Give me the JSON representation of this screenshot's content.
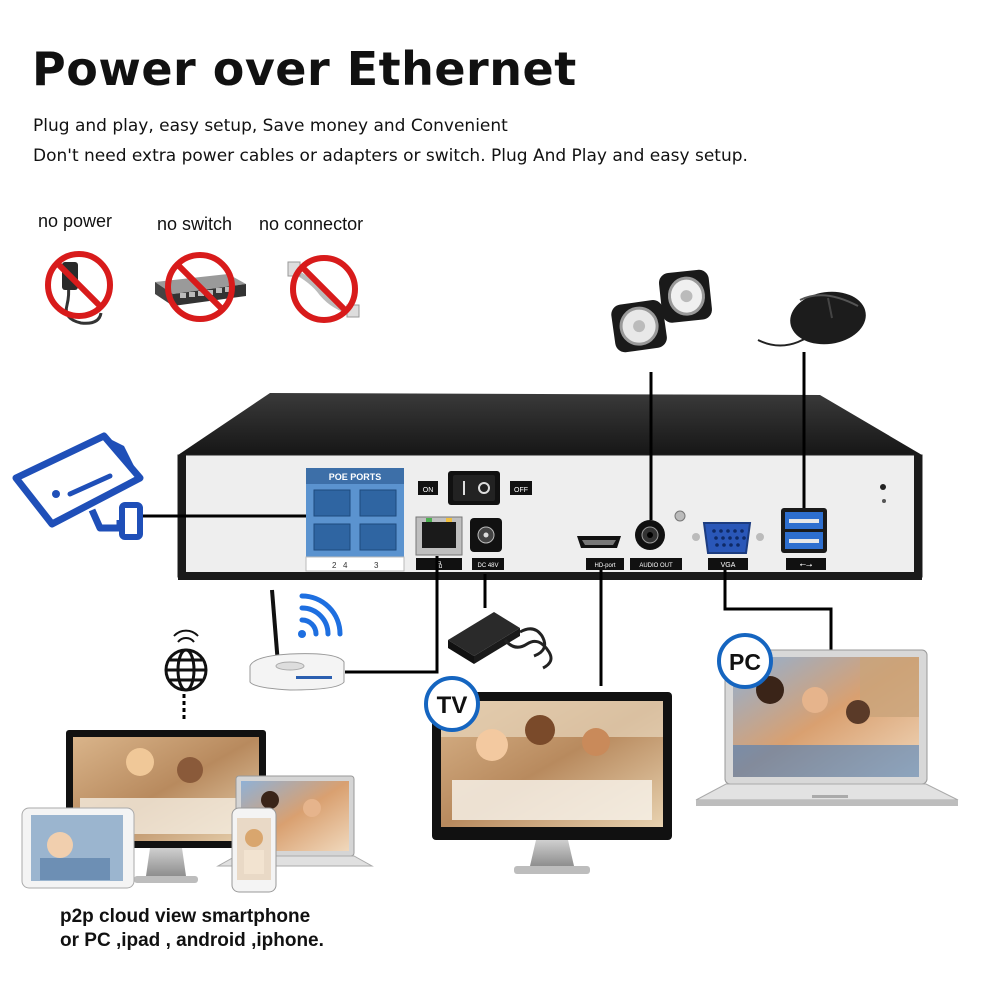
{
  "header": {
    "title": "Power over Ethernet",
    "subtitle_1": "Plug and play, easy setup, Save money and Convenient",
    "subtitle_2": "Don't need extra power cables or adapters or switch. Plug And Play and easy setup."
  },
  "no_items": [
    {
      "label": "no power",
      "icon": "power-adapter-icon"
    },
    {
      "label": "no switch",
      "icon": "network-switch-icon"
    },
    {
      "label": "no connector",
      "icon": "cable-connector-icon"
    }
  ],
  "nvr_panel": {
    "poe_ports_label": "POE PORTS",
    "port_numbers": [
      "2",
      "4",
      "3"
    ],
    "on_label": "ON",
    "off_label": "OFF",
    "dc_label": "DC 48V",
    "hd_label": "HD-port",
    "audio_label": "AUDIO OUT",
    "vga_label": "VGA"
  },
  "badges": {
    "tv": "TV",
    "pc": "PC"
  },
  "caption": {
    "line1": "p2p cloud view smartphone",
    "line2": "or PC ,ipad  , android ,iphone."
  },
  "colors": {
    "accent_blue": "#1565c0",
    "camera_blue": "#1f4fb8",
    "prohibit_red": "#d81b1b",
    "wifi_blue": "#1e6fe0"
  }
}
